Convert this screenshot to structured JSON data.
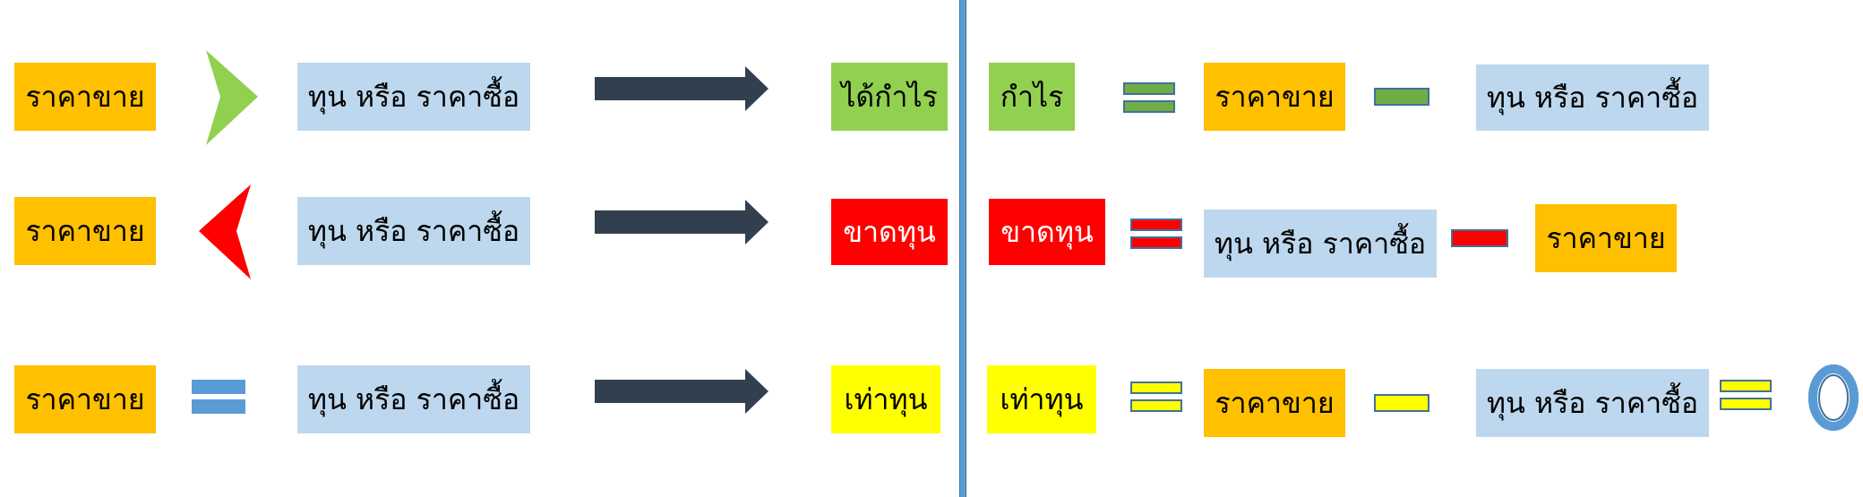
{
  "labels": {
    "sell_price": "ราคาขาย",
    "cost_or_buy_price": "ทุน หรือ ราคาซื้อ",
    "profit_result": "ได้กำไร",
    "profit": "กำไร",
    "loss": "ขาดทุน",
    "break_even": "เท่าทุน",
    "zero": "0"
  },
  "colors": {
    "sell_box": "#ffc000",
    "cost_box": "#bdd7ee",
    "profit": "#92d050",
    "loss": "#ff0000",
    "break_even": "#ffff00",
    "arrow": "#323f4f",
    "divider": "#5b9bd5"
  },
  "symbols": {
    "greater_than": "greater-than-icon",
    "less_than": "less-than-icon",
    "equals": "equals-icon",
    "minus": "minus-icon",
    "arrow": "right-arrow-icon",
    "zero": "zero-icon"
  }
}
